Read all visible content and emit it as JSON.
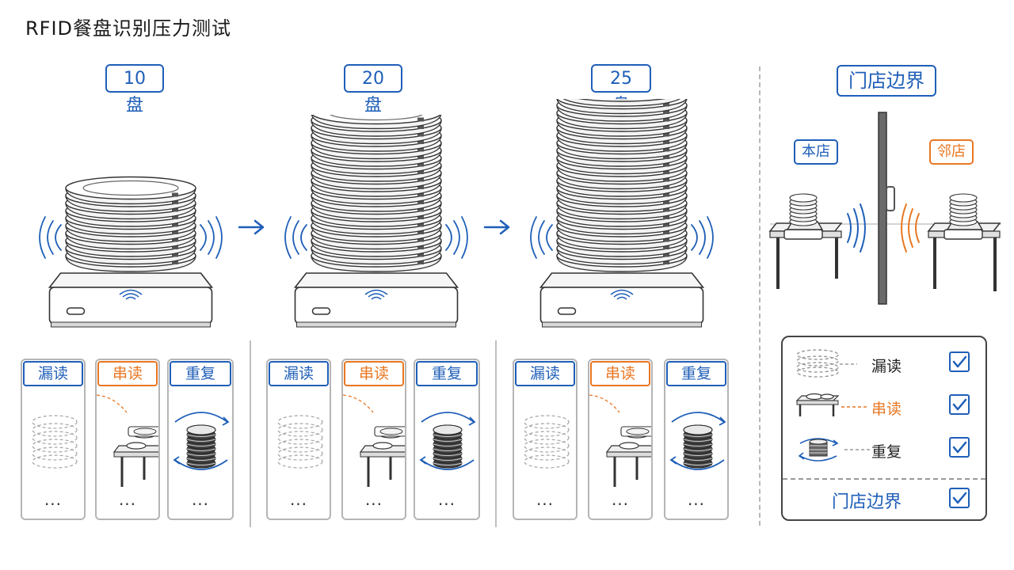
{
  "title": "RFID餐盘识别压力测试",
  "stages": [
    {
      "count_label": "10盘",
      "plates": 10,
      "cards": [
        {
          "label": "漏读",
          "color": "blue",
          "icon": "faded-stack-icon",
          "ellipsis": "..."
        },
        {
          "label": "串读",
          "color": "orange",
          "icon": "table-cross-read-icon",
          "ellipsis": "..."
        },
        {
          "label": "重复",
          "color": "blue",
          "icon": "rotating-stack-icon",
          "ellipsis": "..."
        }
      ]
    },
    {
      "count_label": "20盘",
      "plates": 20,
      "cards": [
        {
          "label": "漏读",
          "color": "blue",
          "icon": "faded-stack-icon",
          "ellipsis": "..."
        },
        {
          "label": "串读",
          "color": "orange",
          "icon": "table-cross-read-icon",
          "ellipsis": "..."
        },
        {
          "label": "重复",
          "color": "blue",
          "icon": "rotating-stack-icon",
          "ellipsis": "..."
        }
      ]
    },
    {
      "count_label": "25盘",
      "plates": 25,
      "cards": [
        {
          "label": "漏读",
          "color": "blue",
          "icon": "faded-stack-icon",
          "ellipsis": "..."
        },
        {
          "label": "串读",
          "color": "orange",
          "icon": "table-cross-read-icon",
          "ellipsis": "..."
        },
        {
          "label": "重复",
          "color": "blue",
          "icon": "rotating-stack-icon",
          "ellipsis": "..."
        }
      ]
    }
  ],
  "boundary": {
    "title": "门店边界",
    "own_store": "本店",
    "neighbor_store": "邻店"
  },
  "legend": {
    "items": [
      {
        "label": "漏读",
        "color": "#222222",
        "icon": "faded-stack-icon",
        "checked": true
      },
      {
        "label": "串读",
        "color": "#e87722",
        "icon": "table-cross-read-icon",
        "checked": true
      },
      {
        "label": "重复",
        "color": "#222222",
        "icon": "rotating-stack-icon",
        "checked": true
      }
    ],
    "bottom_label": "门店边界",
    "bottom_checked": true
  },
  "colors": {
    "blue": "#1f5fb8",
    "orange": "#e87722"
  }
}
